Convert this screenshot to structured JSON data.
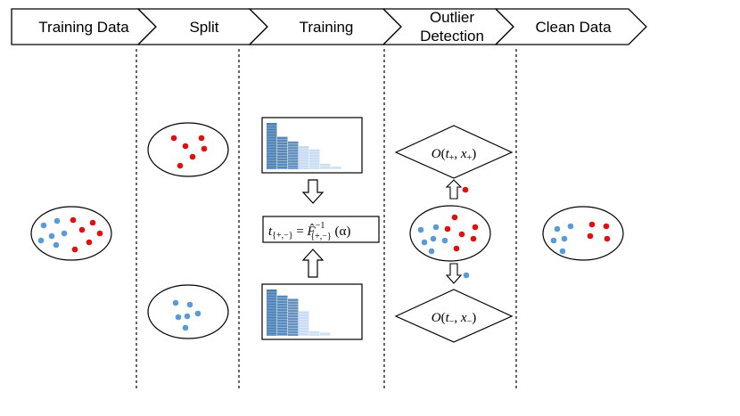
{
  "pipeline": {
    "stages": [
      {
        "id": "training-data",
        "label_lines": [
          "Training Data"
        ]
      },
      {
        "id": "split",
        "label_lines": [
          "Split"
        ]
      },
      {
        "id": "training",
        "label_lines": [
          "Training"
        ]
      },
      {
        "id": "outlier-detection",
        "label_lines": [
          "Outlier",
          "Detection"
        ]
      },
      {
        "id": "clean-data",
        "label_lines": [
          "Clean Data"
        ]
      }
    ]
  },
  "formulas": {
    "threshold": {
      "t": "t",
      "t_sub": "{+,−}",
      "eq": " = ",
      "F": "F̂",
      "F_sup": "−1",
      "F_sub": "{+,−}",
      "arg": " (α)"
    },
    "outlier_pos": {
      "fn": "O",
      "open": "(",
      "t": "t",
      "t_sub": "+",
      "comma": ", ",
      "x": "x",
      "x_sub": "+",
      "close": ")"
    },
    "outlier_neg": {
      "fn": "O",
      "open": "(",
      "t": "t",
      "t_sub": "−",
      "comma": ", ",
      "x": "x",
      "x_sub": "−",
      "close": ")"
    }
  },
  "colors": {
    "positive_point": "#e01010",
    "negative_point": "#5b9bd5",
    "bar_dark": "#4a7fb5",
    "bar_light": "#b9d3ee"
  },
  "histograms": {
    "positive": [
      1.0,
      0.7,
      0.6,
      0.5,
      0.43,
      0.12,
      0.06
    ],
    "negative": [
      1.0,
      0.87,
      0.8,
      0.53,
      0.1,
      0.07
    ]
  },
  "icons": {
    "down_arrow": "hollow-down-arrow",
    "up_arrow": "hollow-up-arrow"
  }
}
